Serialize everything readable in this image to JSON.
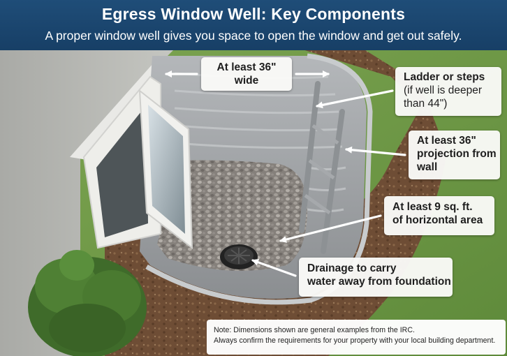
{
  "header": {
    "title": "Egress Window Well: Key Components",
    "subtitle": "A proper window well gives you space to open the window and get out safely."
  },
  "callouts": [
    {
      "id": "width",
      "line1": "At least 36\"",
      "line2": "wide"
    },
    {
      "id": "ladder",
      "line1": "Ladder or steps",
      "line2": "(if well is deeper",
      "line3": "than 44\")"
    },
    {
      "id": "projection",
      "line1": "At least 36\"",
      "line2": "projection from",
      "line3": "wall"
    },
    {
      "id": "area",
      "line1": "At least 9 sq. ft.",
      "line2": "of horizontal area"
    },
    {
      "id": "drainage",
      "line1": "Drainage to carry",
      "line2": "water away from foundation"
    }
  ],
  "note": {
    "line1": "Note: Dimensions shown are general examples from the IRC.",
    "line2": "Always confirm the requirements for your property with your local building department."
  },
  "colors": {
    "header_bg": "#1f4d78",
    "header_text": "#ffffff",
    "callout_bg": "#fafaf8",
    "arrow": "#ffffff",
    "grass": "#6f9a45",
    "wall": "#b9bab5",
    "gravel": "#8a8580",
    "well_metal": "#9c9fa2"
  },
  "icons": [
    "drain-icon",
    "ladder-icon",
    "window-icon",
    "shrub-icon"
  ]
}
